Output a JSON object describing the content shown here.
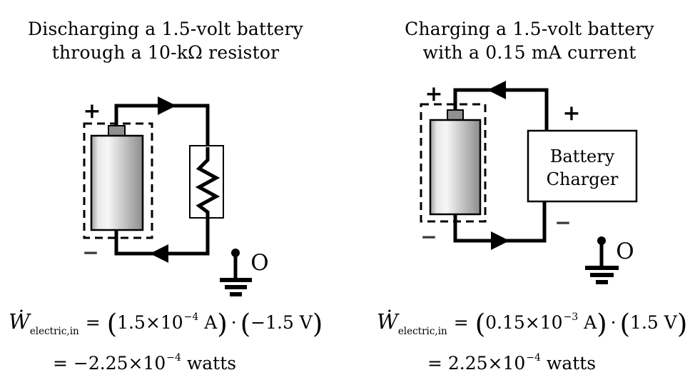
{
  "syms": {
    "eq": "=",
    "lp": "(",
    "rp": ")",
    "cdot": "·"
  },
  "left_panel": {
    "title_line1": "Discharging a 1.5-volt battery",
    "title_line2": "through a 10-kΩ resistor",
    "labels": {
      "plus": "+",
      "minus": "−",
      "ground": "O"
    },
    "equation": {
      "w": "Ẇ",
      "sub": "electric,in",
      "t1": "1.5×10",
      "sup1": "−4",
      "t2": " A",
      "t3": "−1.5 V",
      "l2a": "= −2.25×10",
      "sup2": "−4",
      "l2b": " watts"
    }
  },
  "right_panel": {
    "title_line1": "Charging a 1.5-volt battery",
    "title_line2": "with a 0.15 mA current",
    "labels": {
      "plus_battery": "+",
      "plus_charger": "+",
      "minus_battery": "−",
      "minus_charger": "−",
      "ground": "O"
    },
    "charger": {
      "line1": "Battery",
      "line2": "Charger"
    },
    "equation": {
      "w": "Ẇ",
      "sub": "electric,in",
      "t1": "0.15×10",
      "sup1": "−3",
      "t2": " A",
      "t3": "1.5 V",
      "l2a": "= 2.25×10",
      "sup2": "−4",
      "l2b": " watts"
    }
  },
  "colors": {
    "ink": "#000000",
    "terminal_fill": "#909090",
    "battery_gradient_edge": "#9e9e9e",
    "battery_gradient_light": "#f7f7f7",
    "battery_gradient_dark": "#8c8c8c",
    "box_fill": "#ffffff"
  }
}
